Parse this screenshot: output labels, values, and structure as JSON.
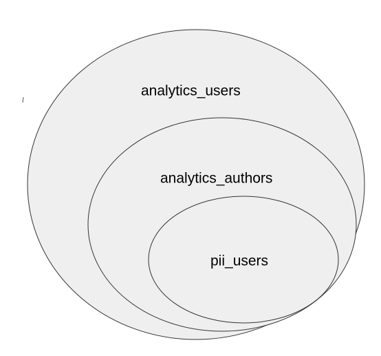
{
  "diagram": {
    "type": "nested-venn",
    "fill_color": "#efefef",
    "stroke_color": "#333333",
    "sets": [
      {
        "label": "analytics_users"
      },
      {
        "label": "analytics_authors"
      },
      {
        "label": "pii_users"
      }
    ]
  }
}
